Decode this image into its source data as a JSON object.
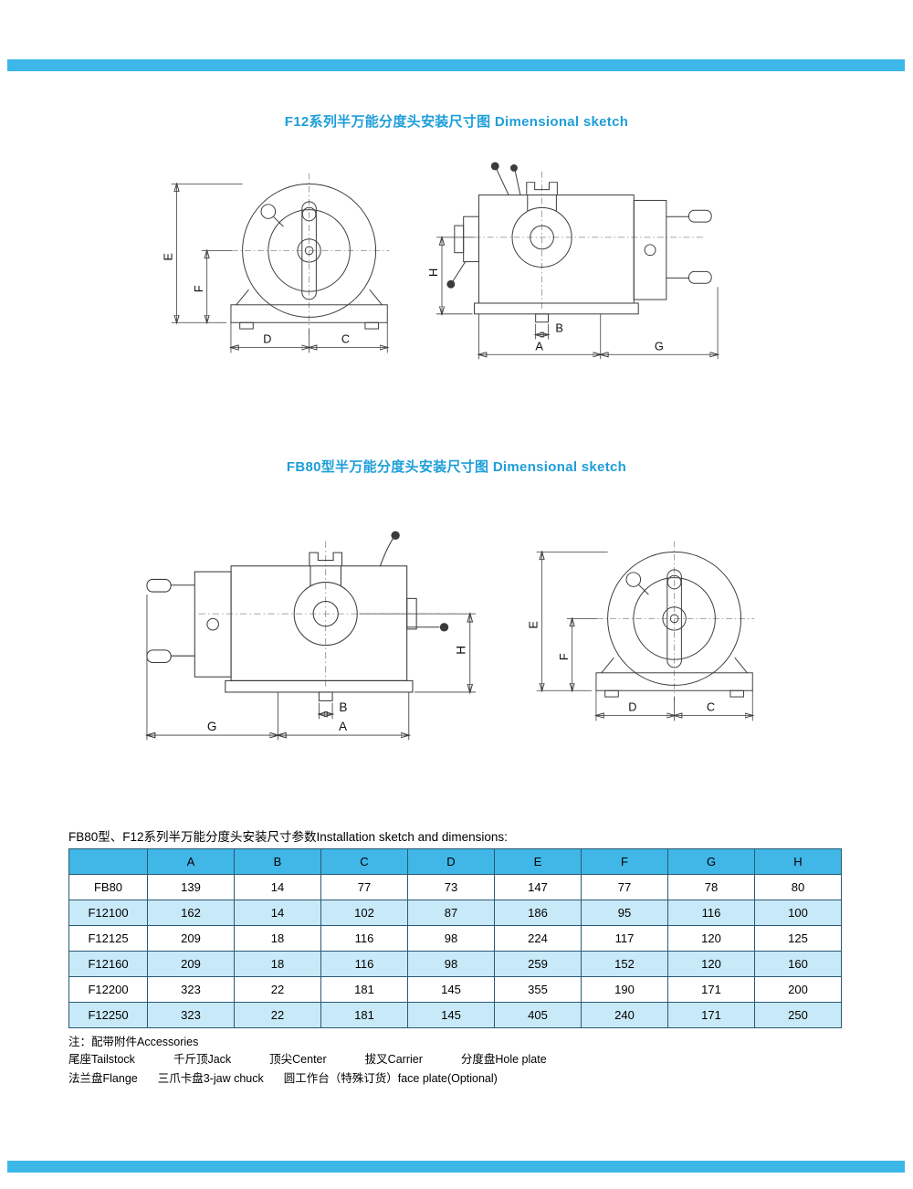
{
  "colors": {
    "accent": "#3cb7e8",
    "title_text": "#1e9ed9",
    "table_header_bg": "#41b7e8",
    "table_alt_row_bg": "#c8e9f8"
  },
  "titles": {
    "f12": "F12系列半万能分度头安装尺寸图 Dimensional sketch",
    "fb80": "FB80型半万能分度头安装尺寸图 Dimensional sketch"
  },
  "drawings": {
    "f12_front": {
      "dim_e": "E",
      "dim_f": "F",
      "dim_d": "D",
      "dim_c": "C"
    },
    "f12_side": {
      "dim_h": "H",
      "dim_b": "B",
      "dim_a": "A",
      "dim_g": "G"
    },
    "fb80_side": {
      "dim_g": "G",
      "dim_a": "A",
      "dim_b": "B",
      "dim_h": "H"
    },
    "fb80_front": {
      "dim_e": "E",
      "dim_f": "F",
      "dim_d": "D",
      "dim_c": "C"
    }
  },
  "table": {
    "caption": "FB80型、F12系列半万能分度头安装尺寸参数Installation sketch and dimensions:",
    "headers": [
      "",
      "A",
      "B",
      "C",
      "D",
      "E",
      "F",
      "G",
      "H"
    ],
    "rows": [
      {
        "model": "FB80",
        "values": [
          "139",
          "14",
          "77",
          "73",
          "147",
          "77",
          "78",
          "80"
        ]
      },
      {
        "model": "F12100",
        "values": [
          "162",
          "14",
          "102",
          "87",
          "186",
          "95",
          "116",
          "100"
        ]
      },
      {
        "model": "F12125",
        "values": [
          "209",
          "18",
          "116",
          "98",
          "224",
          "117",
          "120",
          "125"
        ]
      },
      {
        "model": "F12160",
        "values": [
          "209",
          "18",
          "116",
          "98",
          "259",
          "152",
          "120",
          "160"
        ]
      },
      {
        "model": "F12200",
        "values": [
          "323",
          "22",
          "181",
          "145",
          "355",
          "190",
          "171",
          "200"
        ]
      },
      {
        "model": "F12250",
        "values": [
          "323",
          "22",
          "181",
          "145",
          "405",
          "240",
          "171",
          "250"
        ]
      }
    ]
  },
  "notes": {
    "heading": "注：配带附件Accessories",
    "accessories_line1": [
      "尾座Tailstock",
      "千斤顶Jack",
      "顶尖Center",
      "拔叉Carrier",
      "分度盘Hole plate"
    ],
    "accessories_line2": [
      "法兰盘Flange",
      "三爪卡盘3-jaw chuck",
      "圆工作台（特殊订货）face plate(Optional)"
    ]
  }
}
